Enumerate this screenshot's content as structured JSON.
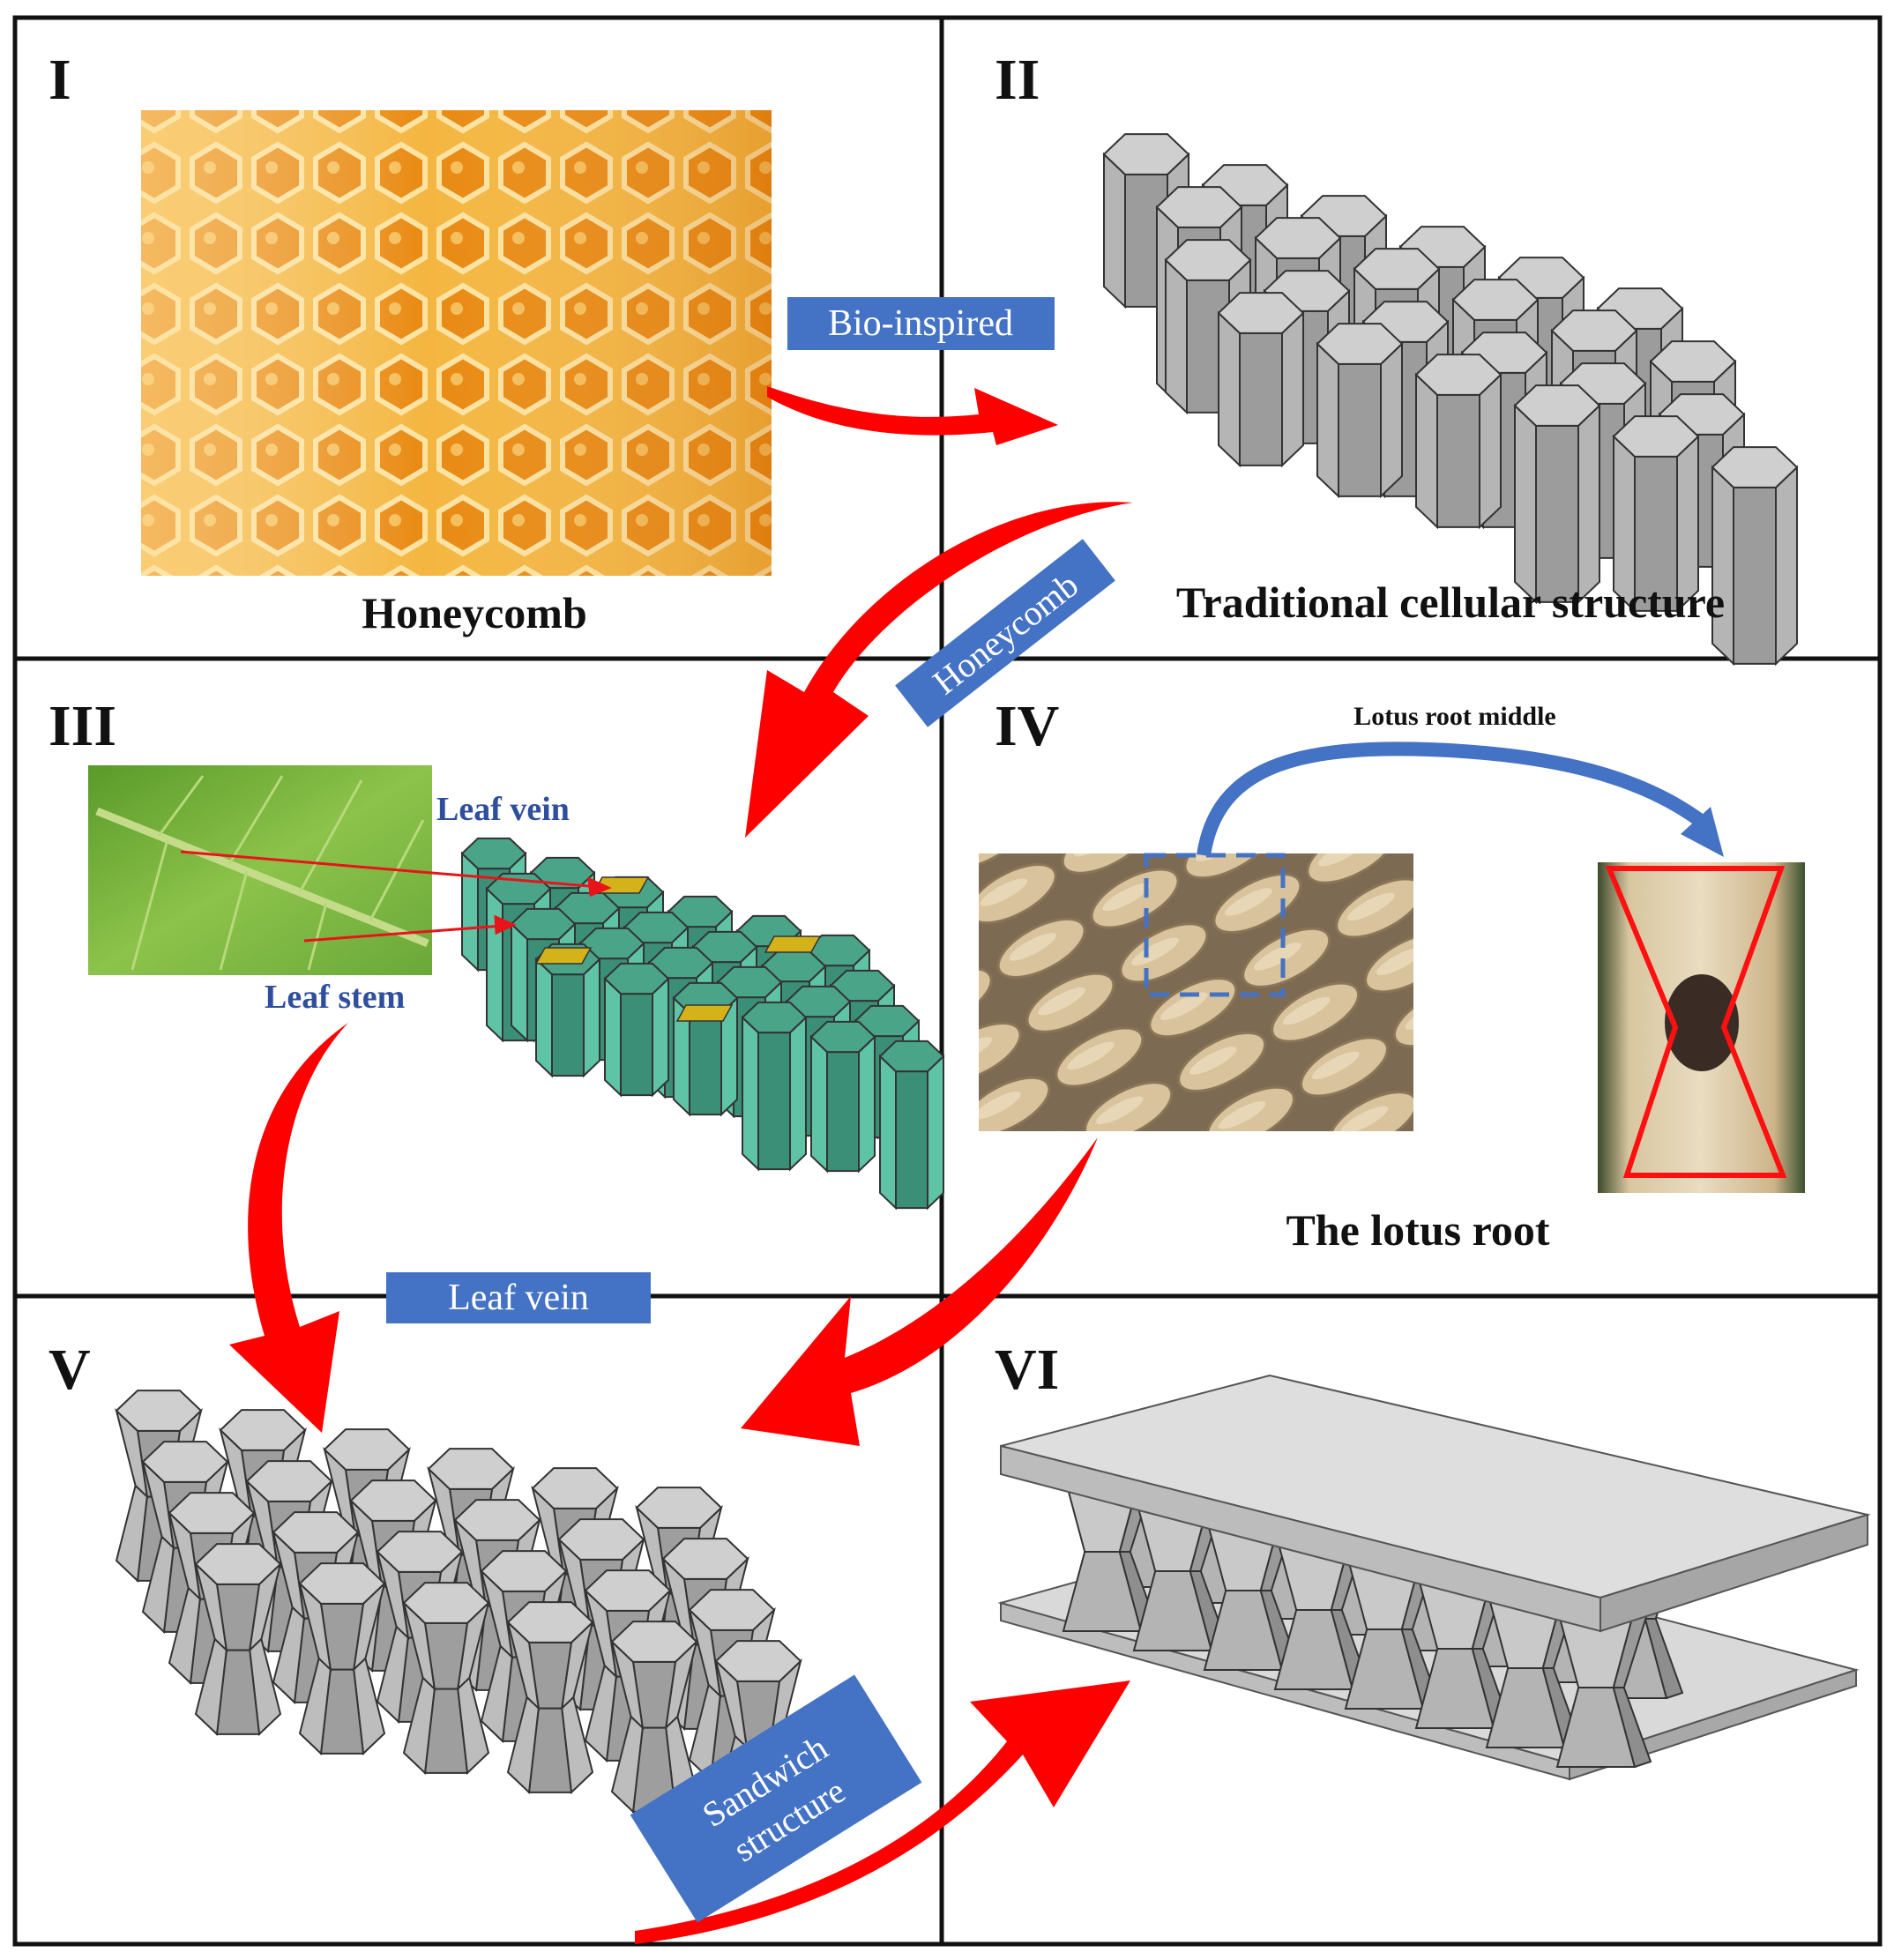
{
  "panels": {
    "p1": {
      "numeral": "I",
      "caption": "Honeycomb"
    },
    "p2": {
      "numeral": "II",
      "caption": "Traditional cellular structure"
    },
    "p3": {
      "numeral": "III",
      "label_vein": "Leaf vein",
      "label_stem": "Leaf stem"
    },
    "p4": {
      "numeral": "IV",
      "caption": "The lotus root",
      "arrow_label": "Lotus root middle"
    },
    "p5": {
      "numeral": "V"
    },
    "p6": {
      "numeral": "VI"
    }
  },
  "badges": {
    "bio": "Bio-inspired",
    "honeycomb": "Honeycomb",
    "leaf": "Leaf vein",
    "sandwich_line1": "Sandwich",
    "sandwich_line2": "structure"
  },
  "colors": {
    "badge_fill": "#4472c4",
    "arrow_red": "#ff0000",
    "label_blue": "#2f4f9e",
    "hex_gray": "#9a9a9a",
    "hex_green": "#5ec4a5",
    "honey": "#f0a020",
    "leaf_green": "#7fb840",
    "lotus_tan": "#c9b08a"
  }
}
